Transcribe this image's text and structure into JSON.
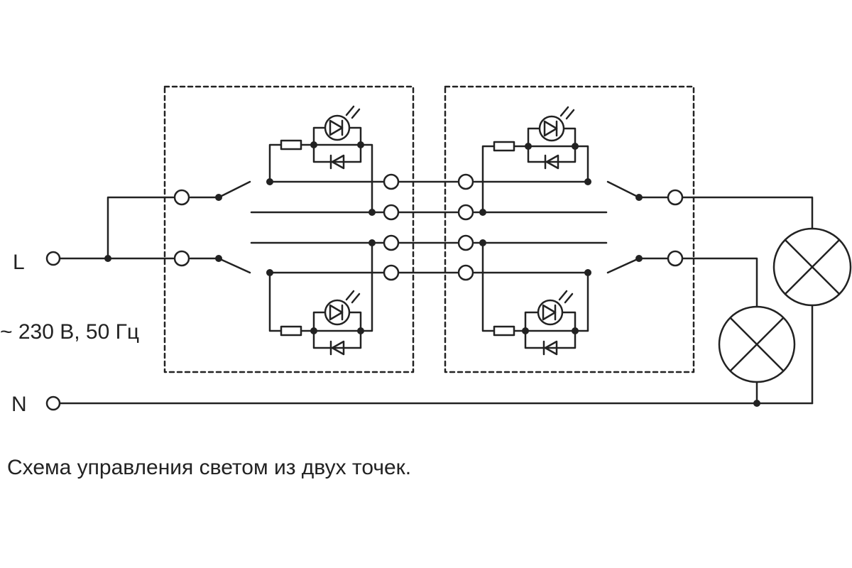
{
  "labels": {
    "phase": "L",
    "neutral": "N",
    "supply": "~ 230 В, 50 Гц"
  },
  "caption": "Схема управления светом из двух точек.",
  "colors": {
    "line": "#222222",
    "background": "#ffffff"
  }
}
